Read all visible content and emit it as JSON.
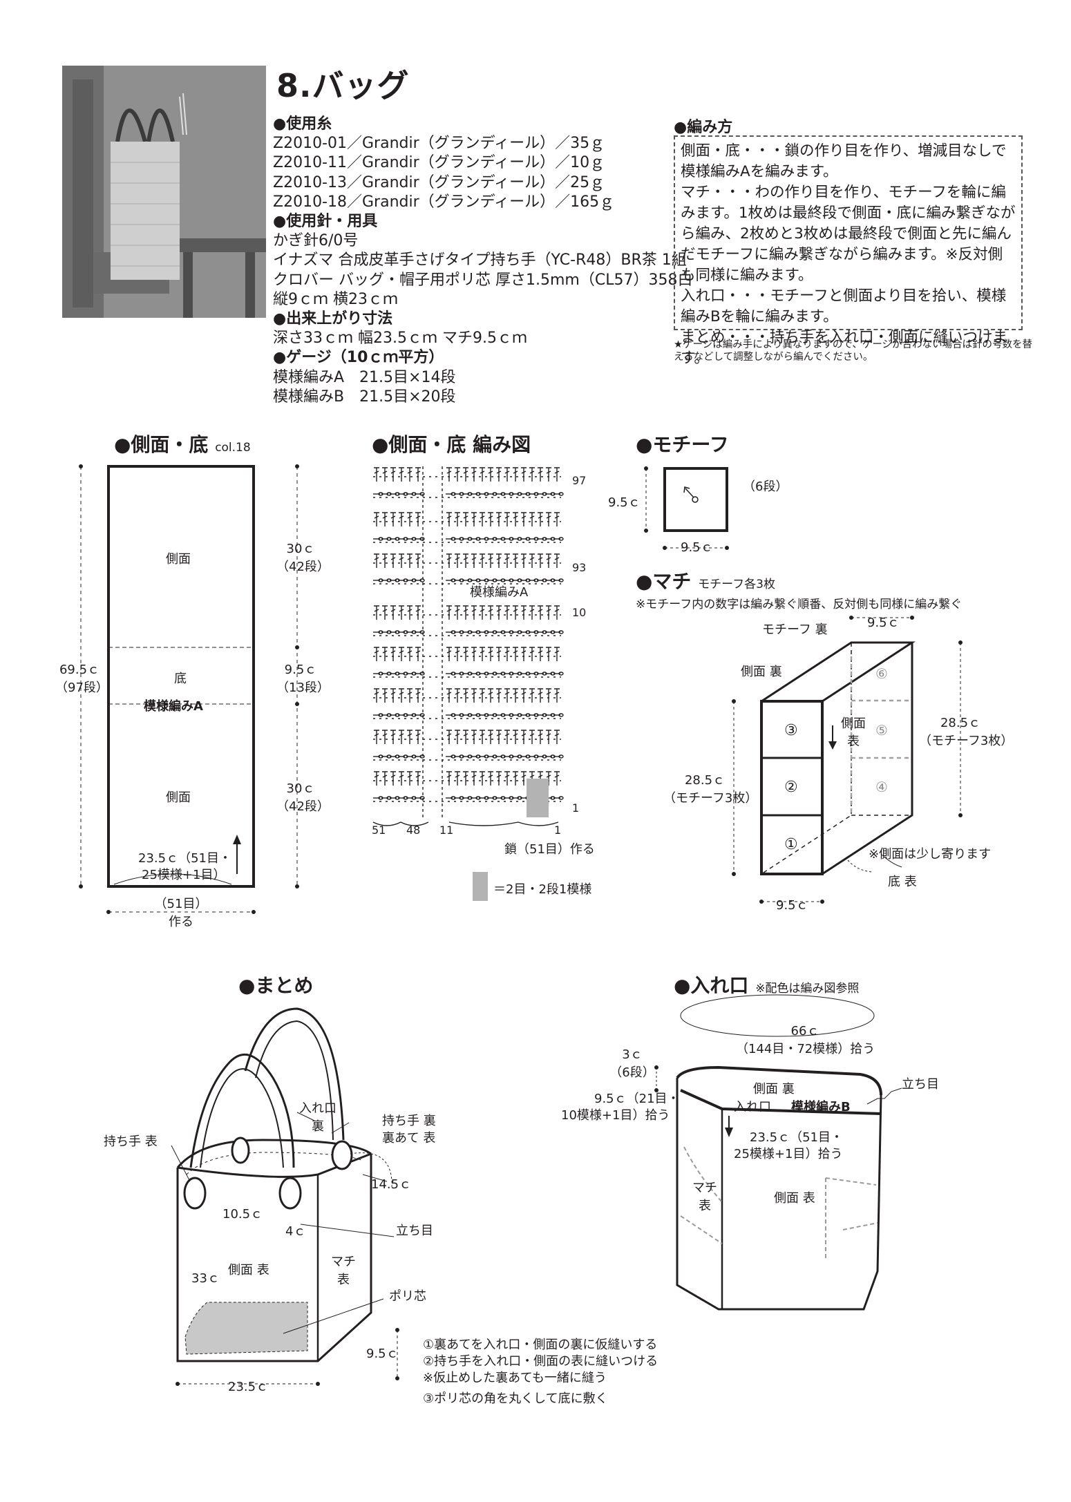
{
  "title": "8.バッグ",
  "materials": {
    "yarn_heading": "●使用糸",
    "yarn_lines": [
      "Z2010-01／Grandir（グランディール）／35ｇ",
      "Z2010-11／Grandir（グランディール）／10ｇ",
      "Z2010-13／Grandir（グランディール）／25ｇ",
      "Z2010-18／Grandir（グランディール）／165ｇ"
    ],
    "tools_heading": "●使用針・用具",
    "tools_lines": [
      "かぎ針6/0号",
      "イナズマ 合成皮革手さげタイプ持ち手（YC-R48）BR茶 1組",
      "クロバー バッグ・帽子用ポリ芯 厚さ1.5mm（CL57）358白",
      "縦9ｃｍ 横23ｃｍ"
    ],
    "size_heading": "●出来上がり寸法",
    "size_text": "深さ33ｃｍ 幅23.5ｃｍ マチ9.5ｃｍ",
    "gauge_heading": "●ゲージ（10ｃｍ平方）",
    "gauge_lines": [
      "模様編みA　21.5目×14段",
      "模様編みB　21.5目×20段"
    ]
  },
  "method": {
    "heading": "●編み方",
    "paragraphs": [
      "側面・底・・・鎖の作り目を作り、増減目なしで模様編みAを編みます。",
      "マチ・・・わの作り目を作り、モチーフを輪に編みます。1枚めは最終段で側面・底に編み繋ぎながら編み、2枚めと3枚めは最終段で側面と先に編んだモチーフに編み繋ぎながら編みます。※反対側も同様に編みます。",
      "入れ口・・・モチーフと側面より目を拾い、模様編みBを輪に編みます。",
      "まとめ・・・持ち手を入れ口・側面に縫いつけます。"
    ],
    "note": "★ゲージは編み手により異なりますので、ゲージが合わない場合は針の号数を替えるなどして調整しながら編んでください。"
  },
  "side_bottom": {
    "heading": "●側面・底",
    "color_note": "col.18",
    "top_panel": "側面",
    "bottom_label": "底",
    "pattern_label": "模様編みA",
    "bottom_panel": "側面",
    "width_text_1": "23.5ｃ（51目・",
    "width_text_2": "25模様+1目）",
    "total_1": "69.5ｃ",
    "total_2": "（97段）",
    "dim_top_1": "30ｃ",
    "dim_top_2": "（42段）",
    "dim_mid_1": "9.5ｃ",
    "dim_mid_2": "（13段）",
    "dim_bot_1": "30ｃ",
    "dim_bot_2": "（42段）",
    "foot_1": "（51目）",
    "foot_2": "作る"
  },
  "chart": {
    "heading": "●側面・底 編み図",
    "pattern_label": "模様編みA",
    "row_labels": [
      "97",
      "93",
      "10",
      "1"
    ],
    "col_labels": [
      "51",
      "48",
      "11",
      "1"
    ],
    "chain_label": "鎖（51目）作る",
    "legend": "＝2目・2段1模様"
  },
  "motif": {
    "heading": "●モチーフ",
    "rows_label": "（6段）",
    "height_label": "9.5ｃ",
    "width_label": "9.5ｃ"
  },
  "gusset": {
    "heading": "●マチ",
    "heading_small": "モチーフ各3枚",
    "note": "※モチーフ内の数字は編み繋ぐ順番、反対側も同様に編み繋ぐ",
    "top_dim": "9.5ｃ",
    "motif_back": "モチーフ 裏",
    "side_back": "側面 裏",
    "side_front_1": "側面",
    "side_front_2": "表",
    "right_dim_1": "28.5ｃ",
    "right_dim_2": "（モチーフ3枚）",
    "left_dim_1": "28.5ｃ",
    "left_dim_2": "（モチーフ3枚）",
    "numbers": [
      "③",
      "②",
      "①",
      "⑥",
      "⑤",
      "④"
    ],
    "lean_note": "※側面は少し寄ります",
    "bottom_front": "底 表",
    "bottom_dim": "9.5ｃ"
  },
  "finishing": {
    "heading": "●まとめ",
    "handle_front": "持ち手 表",
    "opening_back_1": "入れ口",
    "opening_back_2": "裏",
    "handle_back": "持ち手 裏",
    "patch_front": "裏あて 表",
    "dim_14": "14.5ｃ",
    "dim_10": "10.5ｃ",
    "dim_4": "4ｃ",
    "standing": "立ち目",
    "dim_33": "33ｃ",
    "side_front": "側面 表",
    "gusset_1": "マチ",
    "gusset_2": "表",
    "poly": "ポリ芯",
    "dim_95": "9.5ｃ",
    "dim_235": "23.5ｃ",
    "steps": [
      "①裏あてを入れ口・側面の裏に仮縫いする",
      "②持ち手を入れ口・側面の表に縫いつける",
      "※仮止めした裏あても一緒に縫う",
      "③ポリ芯の角を丸くして底に敷く"
    ]
  },
  "opening": {
    "heading": "●入れ口",
    "heading_small": "※配色は編み図参照",
    "circ_1": "66ｃ",
    "circ_2": "（144目・72模様）拾う",
    "dim3_1": "3ｃ",
    "dim3_2": "（6段）",
    "standing": "立ち目",
    "side_back": "側面 裏",
    "opening_back": "入れ口",
    "pattern_b": "模様編みB",
    "pick_left_1": "9.5ｃ（21目・",
    "pick_left_2": "10模様+1目）拾う",
    "pick_right_1": "23.5ｃ（51目・",
    "pick_right_2": "25模様+1目）拾う",
    "gusset_1": "マチ",
    "gusset_2": "表",
    "side_front": "側面 表"
  }
}
